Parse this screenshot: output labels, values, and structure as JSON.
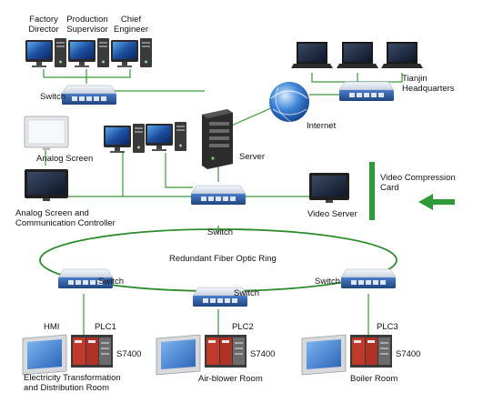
{
  "labels": {
    "factory_director": [
      "Factory",
      "Director"
    ],
    "production_supervisor": [
      "Production",
      "Supervisor"
    ],
    "chief_engineer": [
      "Chief",
      "Engineer"
    ],
    "switch_top_left": "Switch",
    "tianjin_headquarters": [
      "Tianjin",
      "Headquarters"
    ],
    "internet": "Internet",
    "analog_screen": "Analog Screen",
    "server": "Server",
    "video_compression_card": [
      "Video Compression",
      "Card"
    ],
    "analog_controller": [
      "Analog Screen and",
      "Communication Controller"
    ],
    "video_server": "Video Server",
    "switch_main": "Switch",
    "fiber_ring": "Redundant Fiber Optic Ring",
    "switch_left": "Switch",
    "switch_center": "Switch",
    "switch_right": "Switch",
    "hmi": "HMI",
    "plc1": "PLC1",
    "plc2": "PLC2",
    "plc3": "PLC3",
    "s7400_1": "S7400",
    "s7400_2": "S7400",
    "s7400_3": "S7400",
    "room_electricity": [
      "Electricity Transformation",
      "and Distribution Room"
    ],
    "room_airblower": "Air-blower Room",
    "room_boiler": "Boiler Room"
  },
  "colors": {
    "link_line": "#3a9a3a",
    "ring": "#2e8b2e",
    "switch_body": "#2f5ea8",
    "switch_top": "#e8ecf2",
    "arrow": "#2e9a3a",
    "monitor_screen": "#1d4fa0",
    "plc_red": "#c0392b"
  },
  "icons": [
    "desktop-computer-icon",
    "laptop-icon",
    "network-switch-icon",
    "globe-icon",
    "server-tower-icon",
    "monitor-icon",
    "hmi-panel-icon",
    "plc-icon"
  ]
}
